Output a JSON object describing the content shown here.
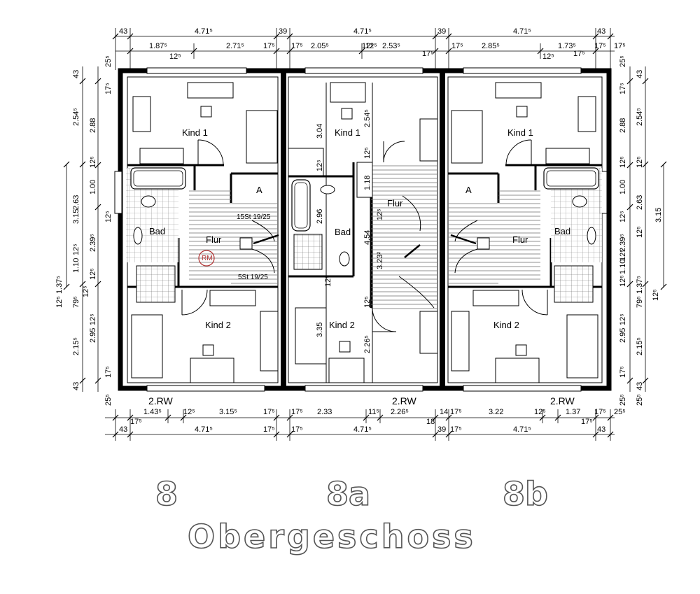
{
  "units": [
    {
      "id": "8",
      "label": "8"
    },
    {
      "id": "8a",
      "label": "8a"
    },
    {
      "id": "8b",
      "label": "8b"
    }
  ],
  "floor_title": "Obergeschoss",
  "rooms": {
    "kind1": "Kind 1",
    "kind2": "Kind 2",
    "bad": "Bad",
    "flur": "Flur",
    "a": "A",
    "rw": "2.RW",
    "rm": "RM",
    "stair_top": "15St 19/25",
    "stair_bottom": "5St 19/25"
  },
  "dimensions": {
    "top_row1": [
      "43",
      "4.71⁵",
      "39",
      "4.71⁵",
      "39",
      "4.71⁵",
      "43"
    ],
    "top_row2": [
      "1.87⁵",
      "2.71⁵",
      "17⁵",
      "17⁵",
      "2.05⁵",
      "12⁵",
      "2.53⁵",
      "17⁵",
      "17⁵",
      "2.85⁵",
      "1.73⁵",
      "17⁵"
    ],
    "top_row2b": [
      "12⁵",
      "12⁵",
      "17⁵",
      "12⁵",
      "17⁵"
    ],
    "bottom_row1": [
      "1.43⁵",
      "12⁵",
      "3.15⁵",
      "17⁵",
      "17⁵",
      "2.33",
      "11⁵",
      "2.26⁵",
      "14",
      "17⁵",
      "3.22",
      "12⁵",
      "1.37",
      "17⁵",
      "25⁵"
    ],
    "bottom_row2": [
      "17⁵",
      "18",
      "17⁵"
    ],
    "bottom_row3": [
      "43",
      "4.71⁵",
      "17⁵",
      "17⁵",
      "4.71⁵",
      "39",
      "17⁵",
      "4.71⁵",
      "43"
    ],
    "left_outer": [
      "3.15",
      "2.15⁵"
    ],
    "left_mid": [
      "2.54⁵",
      "2.63",
      "1.37⁵",
      "12⁵",
      "79⁵",
      "12⁵"
    ],
    "left_inner": [
      "43",
      "17⁵",
      "2.88",
      "12⁵",
      "1.00",
      "12⁵",
      "2.39⁵",
      "12⁵",
      "1.10",
      "12⁵",
      "2.95",
      "12⁵",
      "17⁵",
      "43",
      "25⁵",
      "25⁵"
    ],
    "right_inner": [
      "25⁵",
      "17⁵",
      "2.88",
      "12⁵",
      "1.00",
      "12⁵",
      "2.39⁵",
      "12⁵",
      "1.10",
      "12⁵",
      "2.95",
      "12⁵",
      "17⁵",
      "25⁵"
    ],
    "right_mid": [
      "43",
      "2.54⁵",
      "12⁵",
      "2.63",
      "12⁵",
      "1.37⁵",
      "12⁵",
      "79⁵",
      "2.15⁵",
      "43",
      "25⁵"
    ],
    "right_outer": [
      "3.15"
    ],
    "middle": [
      "3.04",
      "2.54⁵",
      "12⁵",
      "12⁵",
      "1.18",
      "2.96",
      "12⁵",
      "4.54",
      "3.23²",
      "3.35",
      "2.26⁵",
      "12⁵",
      "12⁵"
    ]
  }
}
